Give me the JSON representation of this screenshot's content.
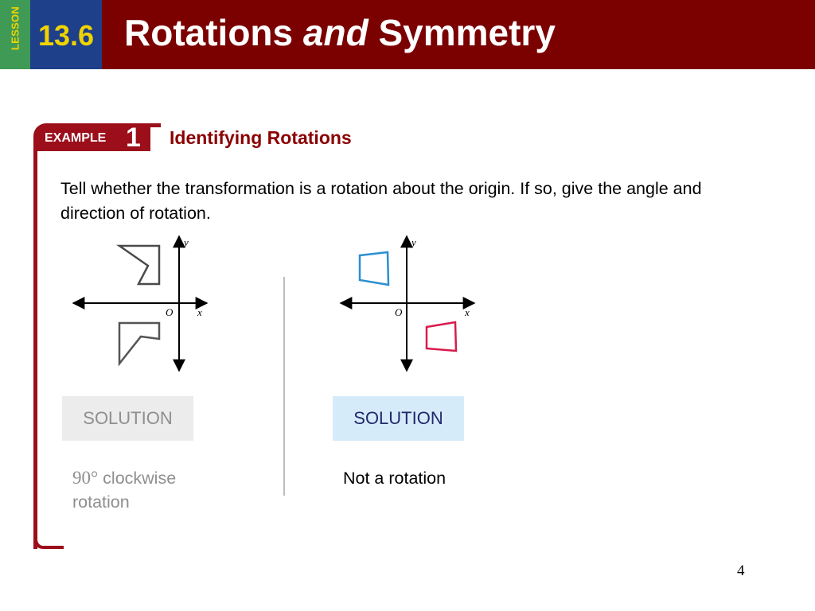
{
  "header": {
    "lesson_word": "LESSON",
    "lesson_number": "13.6",
    "title_part1": "Rotations ",
    "title_italic": "and",
    "title_part2": " Symmetry"
  },
  "example": {
    "label": "EXAMPLE",
    "number": "1",
    "title": "Identifying Rotations"
  },
  "prompt": "Tell whether the transformation is a rotation about the origin. If so, give the angle and direction of rotation.",
  "left_graph": {
    "y_label": "y",
    "x_label": "x",
    "origin_label": "O"
  },
  "right_graph": {
    "y_label": "y",
    "x_label": "x",
    "origin_label": "O",
    "shape_colors": {
      "upper": "#2a8fd0",
      "lower": "#d81b4e"
    }
  },
  "left_solution": {
    "label": "SOLUTION",
    "answer_angle": "90°",
    "answer_text": " clockwise rotation"
  },
  "right_solution": {
    "label": "SOLUTION",
    "answer_text": "Not a rotation"
  },
  "page_number": "4",
  "colors": {
    "lesson_strip": "#3f9a55",
    "lesson_number_box": "#1e3f8a",
    "lesson_text": "#f0d400",
    "header_bar": "#7b0000",
    "example_accent": "#9b0e1a"
  }
}
